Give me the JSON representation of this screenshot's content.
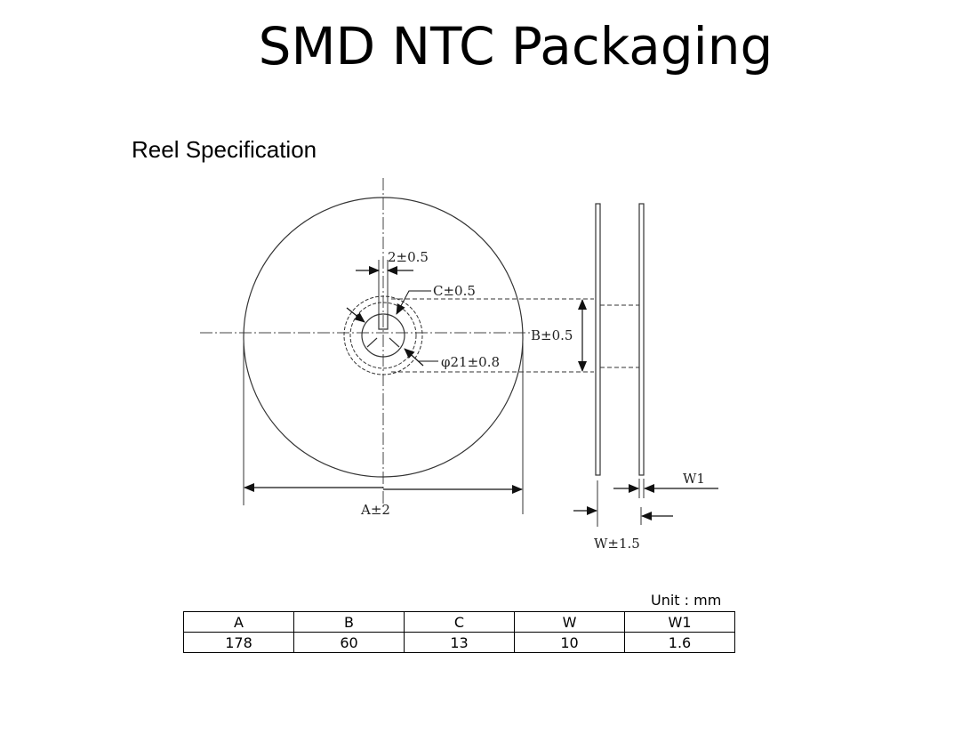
{
  "title": "SMD NTC Packaging",
  "subtitle": "Reel Specification",
  "diagram": {
    "label_slot": "2±0.5",
    "label_c": "C±0.5",
    "label_b": "B±0.5",
    "label_hub": "φ21±0.8",
    "label_a": "A±2",
    "label_w1": "W1",
    "label_w": "W±1.5"
  },
  "table": {
    "unit": "Unit : mm",
    "headers": [
      "A",
      "B",
      "C",
      "W",
      "W1"
    ],
    "values": [
      "178",
      "60",
      "13",
      "10",
      "1.6"
    ]
  }
}
